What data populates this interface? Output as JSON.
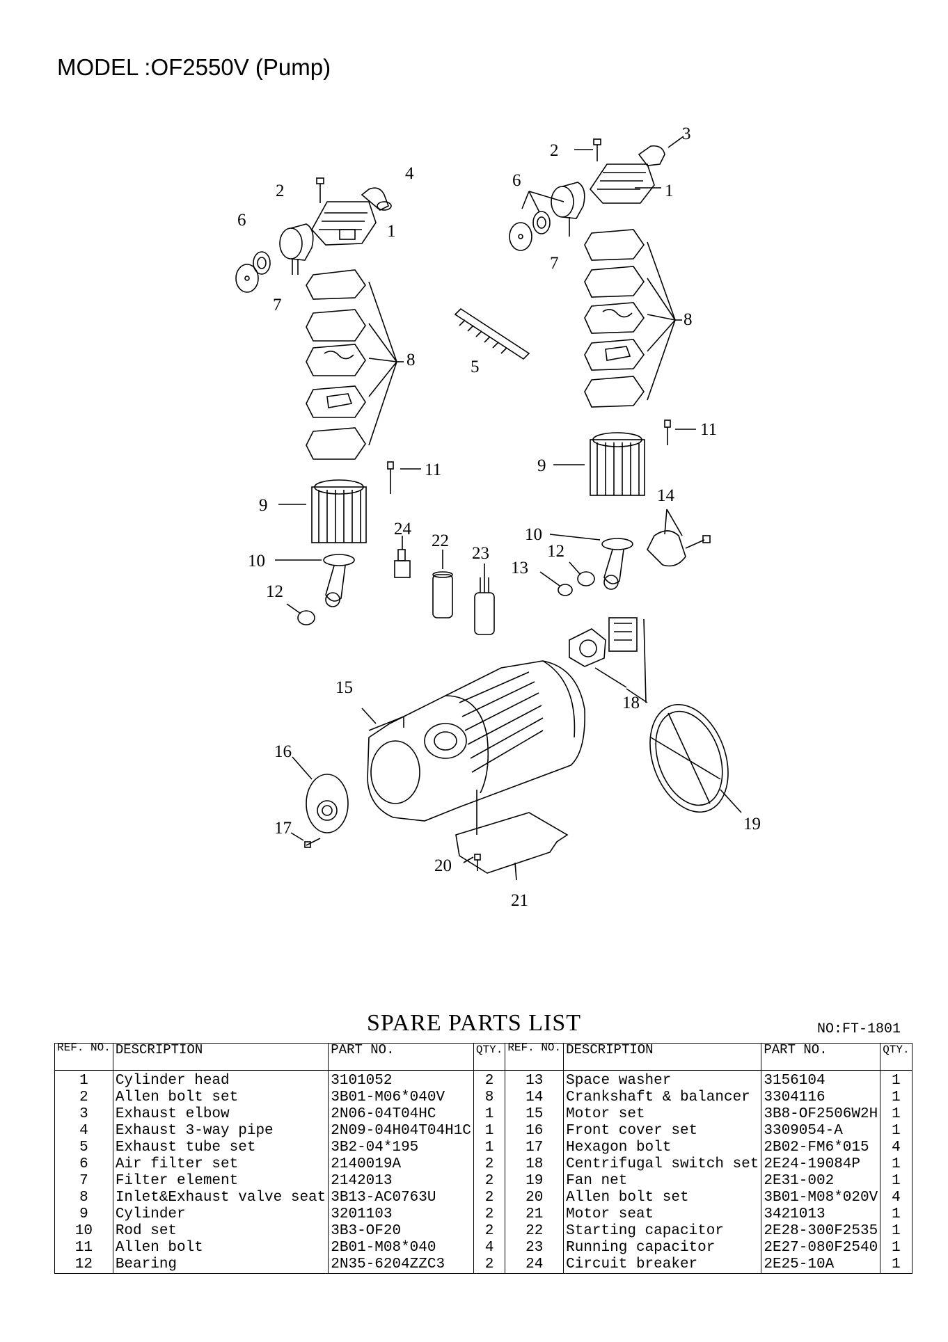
{
  "title": "MODEL :OF2550V (Pump)",
  "callouts": [
    "1",
    "2",
    "3",
    "4",
    "5",
    "6",
    "7",
    "8",
    "9",
    "10",
    "11",
    "12",
    "13",
    "14",
    "15",
    "16",
    "17",
    "18",
    "19",
    "20",
    "21",
    "22",
    "23",
    "24"
  ],
  "list": {
    "title": "SPARE PARTS LIST",
    "doc_no": "NO:FT-1801",
    "headers": {
      "ref": "REF. NO.",
      "description": "DESCRIPTION",
      "part_no": "PART NO.",
      "qty": "QTY."
    },
    "left": [
      {
        "ref": "1",
        "desc": "Cylinder head",
        "part": "3101052",
        "qty": "2"
      },
      {
        "ref": "2",
        "desc": "Allen bolt set",
        "part": "3B01-M06*040V",
        "qty": "8"
      },
      {
        "ref": "3",
        "desc": "Exhaust elbow",
        "part": "2N06-04T04HC",
        "qty": "1"
      },
      {
        "ref": "4",
        "desc": "Exhaust 3-way pipe",
        "part": "2N09-04H04T04H1C",
        "qty": "1"
      },
      {
        "ref": "5",
        "desc": "Exhaust tube set",
        "part": "3B2-04*195",
        "qty": "1"
      },
      {
        "ref": "6",
        "desc": "Air filter set",
        "part": "2140019A",
        "qty": "2"
      },
      {
        "ref": "7",
        "desc": "Filter element",
        "part": "2142013",
        "qty": "2"
      },
      {
        "ref": "8",
        "desc": "Inlet&Exhaust valve seat",
        "part": "3B13-AC0763U",
        "qty": "2"
      },
      {
        "ref": "9",
        "desc": "Cylinder",
        "part": "3201103",
        "qty": "2"
      },
      {
        "ref": "10",
        "desc": "Rod set",
        "part": "3B3-OF20",
        "qty": "2"
      },
      {
        "ref": "11",
        "desc": "Allen bolt",
        "part": "2B01-M08*040",
        "qty": "4"
      },
      {
        "ref": "12",
        "desc": "Bearing",
        "part": "2N35-6204ZZC3",
        "qty": "2"
      }
    ],
    "right": [
      {
        "ref": "13",
        "desc": "Space washer",
        "part": "3156104",
        "qty": "1"
      },
      {
        "ref": "14",
        "desc": "Crankshaft & balancer",
        "part": "3304116",
        "qty": "1"
      },
      {
        "ref": "15",
        "desc": "Motor set",
        "part": "3B8-OF2506W2H",
        "qty": "1"
      },
      {
        "ref": "16",
        "desc": "Front cover set",
        "part": "3309054-A",
        "qty": "1"
      },
      {
        "ref": "17",
        "desc": "Hexagon bolt",
        "part": "2B02-FM6*015",
        "qty": "4"
      },
      {
        "ref": "18",
        "desc": "Centrifugal switch set",
        "part": "2E24-19084P",
        "qty": "1"
      },
      {
        "ref": "19",
        "desc": "Fan net",
        "part": "2E31-002",
        "qty": "1"
      },
      {
        "ref": "20",
        "desc": "Allen bolt set",
        "part": "3B01-M08*020V",
        "qty": "4"
      },
      {
        "ref": "21",
        "desc": "Motor seat",
        "part": "3421013",
        "qty": "1"
      },
      {
        "ref": "22",
        "desc": "Starting capacitor",
        "part": "2E28-300F2535",
        "qty": "1"
      },
      {
        "ref": "23",
        "desc": "Running capacitor",
        "part": "2E27-080F2540",
        "qty": "1"
      },
      {
        "ref": "24",
        "desc": "Circuit breaker",
        "part": "2E25-10A",
        "qty": "1"
      }
    ]
  }
}
